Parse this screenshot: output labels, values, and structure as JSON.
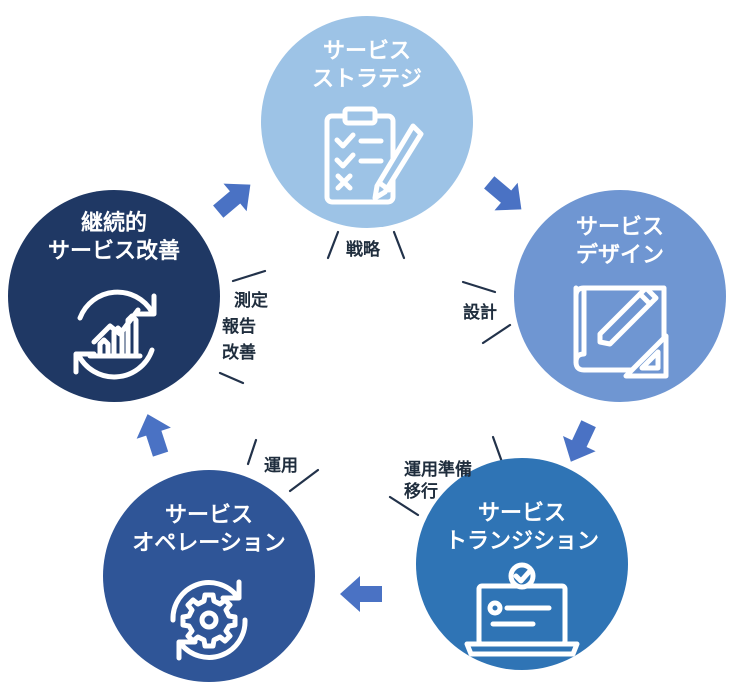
{
  "nodes": {
    "strategy": {
      "line1": "サービス",
      "line2": "ストラテジ",
      "color": "#9dc3e6"
    },
    "design": {
      "line1": "サービス",
      "line2": "デザイン",
      "color": "#6f96d2"
    },
    "transition": {
      "line1": "サービス",
      "line2": "トランジション",
      "color": "#2f74b5"
    },
    "operation": {
      "line1": "サービス",
      "line2": "オペレーション",
      "color": "#2f5597"
    },
    "improvement": {
      "line1": "継続的",
      "line2": "サービス改善",
      "color": "#1f3864"
    }
  },
  "labels": {
    "strategy": "戦略",
    "design": "設計",
    "transition_1": "運用準備",
    "transition_2": "移行",
    "operation": "運用",
    "improvement_1": "測定",
    "improvement_2": "報告",
    "improvement_3": "改善"
  },
  "arrow_color": "#4a72c4",
  "icons": [
    "clipboard-check-icon",
    "blueprint-pencil-icon",
    "laptop-check-icon",
    "gear-cycle-icon",
    "growth-chart-cycle-icon"
  ]
}
